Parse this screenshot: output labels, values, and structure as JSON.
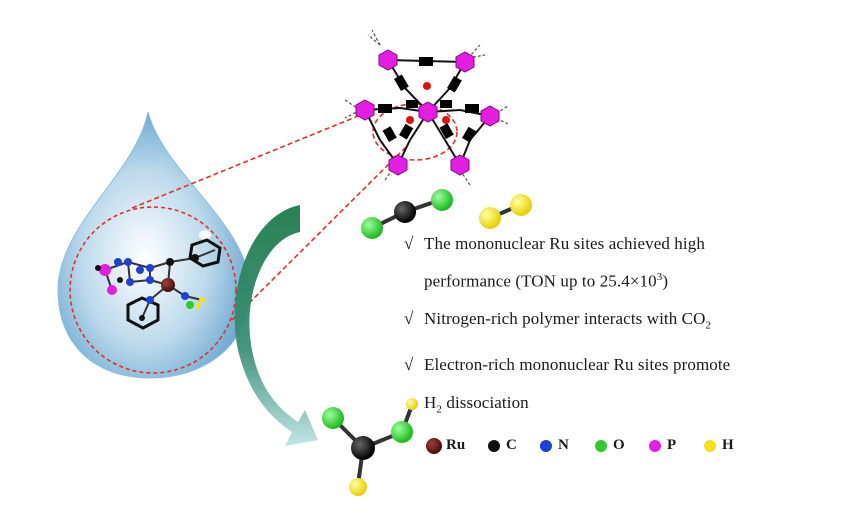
{
  "bullets": [
    {
      "check": "√",
      "text": "The mononuclear Ru sites achieved high"
    },
    {
      "text": "performance (TON up to  25.4×10",
      "sup": "3",
      "tail": ")"
    },
    {
      "check": "√",
      "text": "Nitrogen-rich polymer interacts with CO",
      "sub": "2"
    },
    {
      "check": "√",
      "text": "Electron-rich mononuclear Ru sites promote"
    },
    {
      "text": "H",
      "sub": "2",
      "tail": " dissociation"
    }
  ],
  "legend": [
    {
      "label": "Ru",
      "color": "#6b1414"
    },
    {
      "label": "C",
      "color": "#111111"
    },
    {
      "label": "N",
      "color": "#1f3fd6"
    },
    {
      "label": "O",
      "color": "#2ecc2e"
    },
    {
      "label": "P",
      "color": "#e31ee0"
    },
    {
      "label": "H",
      "color": "#f2e21a"
    }
  ],
  "colors": {
    "ru": "#6b1414",
    "carbon": "#111111",
    "nitrogen": "#1f3fd6",
    "oxygen": "#2ecc2e",
    "phosphorus": "#e31ee0",
    "hydrogen": "#f2e21a",
    "droplet": "#7fb6d9",
    "arrow_green": "#1f7a52",
    "dashed_red": "#e0302a",
    "linker": "#000000"
  }
}
